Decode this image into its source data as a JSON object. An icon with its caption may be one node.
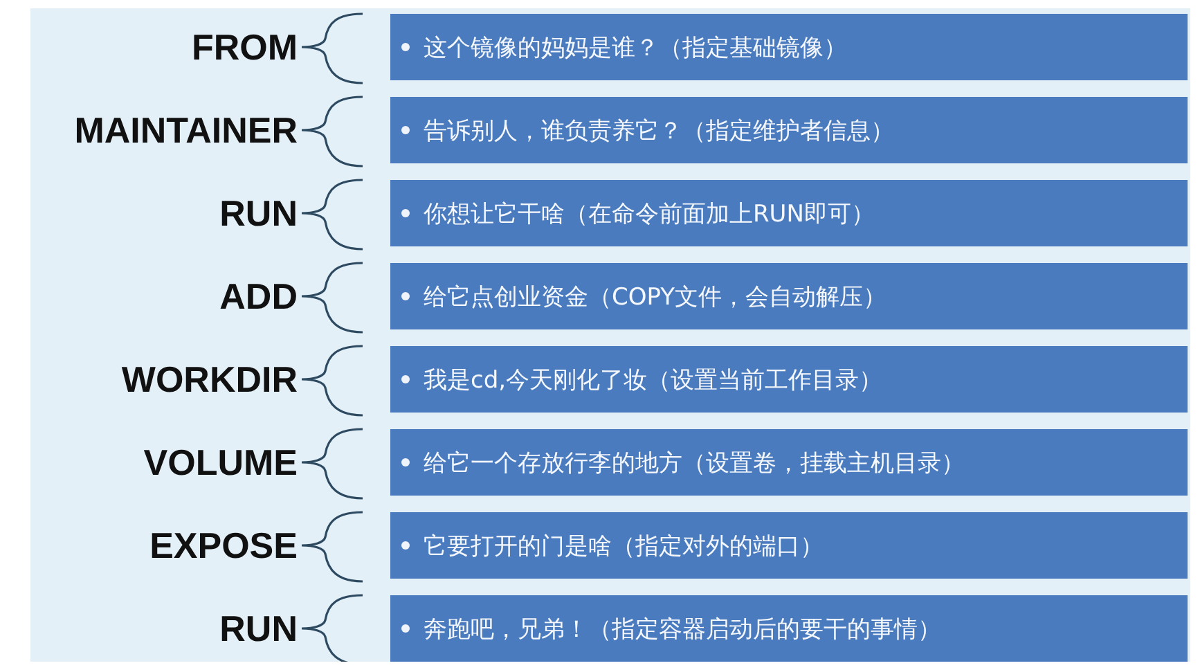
{
  "diagram": {
    "nodes": [
      {
        "text": [
          "这个镜像的妈妈是谁？（指定基础镜像）"
        ],
        "beside": [
          "FROM"
        ]
      },
      {
        "text": [
          "告诉别人，谁负责养它？（指定维护者信息）"
        ],
        "beside": [
          "MAINTAINER"
        ]
      },
      {
        "text": [
          "你想让它干啥（在命令前面加上RUN即可）"
        ],
        "beside": [
          "RUN"
        ]
      },
      {
        "text": [
          "给它点创业资金（COPY文件，会自动解压）"
        ],
        "beside": [
          "ADD"
        ]
      },
      {
        "text": [
          "我是cd,今天刚化了妆（设置当前工作目录）"
        ],
        "beside": [
          "WORKDIR"
        ]
      },
      {
        "text": [
          "给它一个存放行李的地方（设置卷，挂载主机目录）"
        ],
        "beside": [
          "VOLUME"
        ]
      },
      {
        "text": [
          "它要打开的门是啥（指定对外的端口）"
        ],
        "beside": [
          "EXPOSE"
        ]
      },
      {
        "text": [
          "奔跑吧，兄弟！（指定容器启动后的要干的事情）"
        ],
        "beside": [
          "RUN"
        ]
      }
    ]
  }
}
